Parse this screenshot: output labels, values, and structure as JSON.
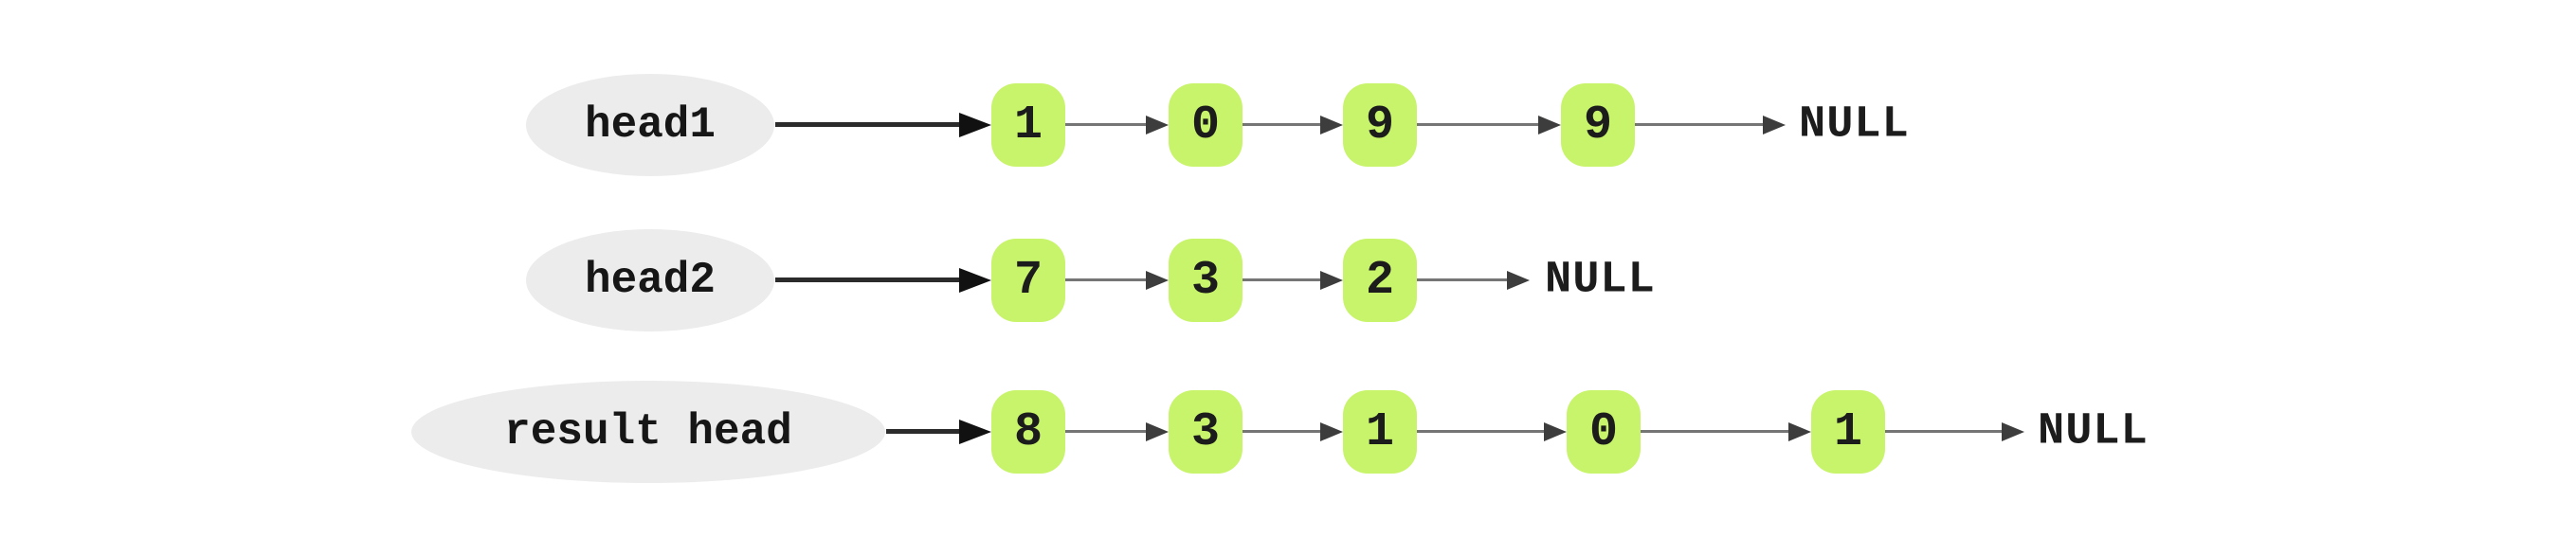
{
  "diagram": {
    "kind": "linked-list-diagram",
    "background_color": "#ffffff",
    "node_fill_color": "#c8f46b",
    "label_ellipse_color": "#ececec",
    "text_color": "#1c1c1c",
    "head_arrow_color": "#111111",
    "connector_color": "#757575",
    "lists": [
      {
        "label": "head1",
        "nodes": [
          "1",
          "0",
          "9",
          "9"
        ],
        "terminator": "NULL"
      },
      {
        "label": "head2",
        "nodes": [
          "7",
          "3",
          "2"
        ],
        "terminator": "NULL"
      },
      {
        "label": "result head",
        "nodes": [
          "8",
          "3",
          "1",
          "0",
          "1"
        ],
        "terminator": "NULL"
      }
    ]
  }
}
